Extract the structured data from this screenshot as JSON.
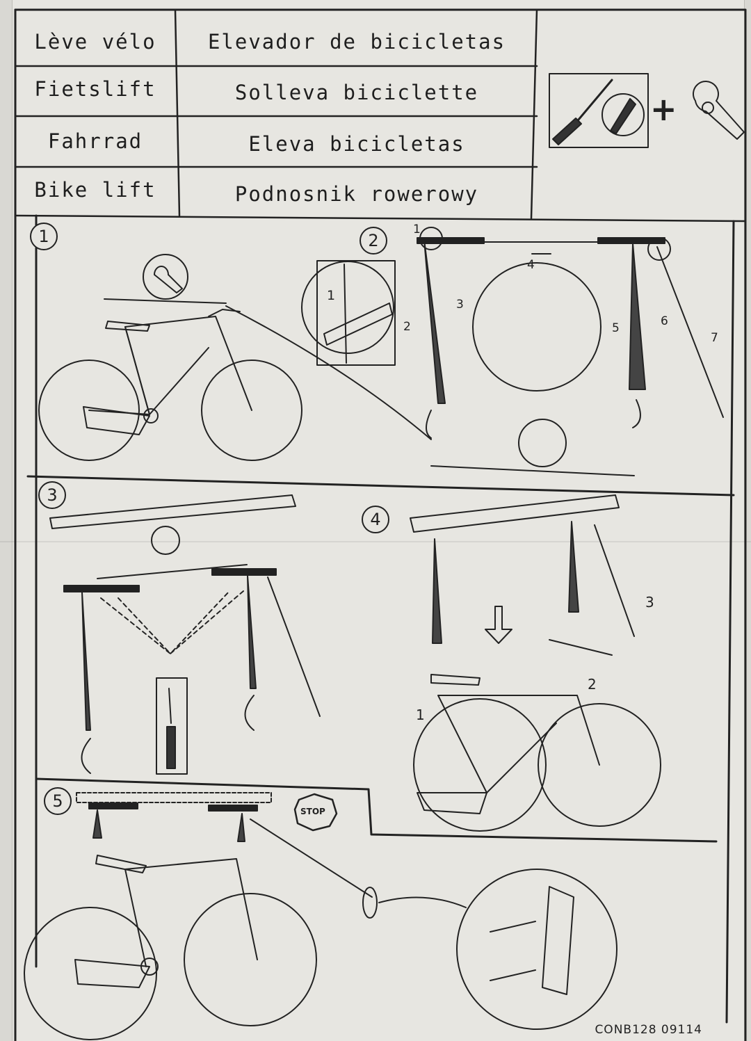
{
  "title_table": {
    "rows": [
      {
        "left": "Lève vélo",
        "right": "Elevador de bicicletas"
      },
      {
        "left": "Fietslift",
        "right": "Solleva biciclette"
      },
      {
        "left": "Fahrrad",
        "right": "Eleva bicicletas"
      },
      {
        "left": "Bike lift",
        "right": "Podnosnik rowerowy"
      }
    ]
  },
  "tools": {
    "plus": "+",
    "icons": [
      "screwdriver-icon",
      "tape-measure-icon"
    ]
  },
  "steps": [
    {
      "number": "1"
    },
    {
      "number": "2",
      "arrow_labels": [
        "1",
        "1",
        "2",
        "3",
        "4",
        "5",
        "6",
        "7"
      ]
    },
    {
      "number": "3"
    },
    {
      "number": "4",
      "arrow_labels": [
        "1",
        "2",
        "3"
      ]
    },
    {
      "number": "5",
      "sign": "STOP"
    }
  ],
  "footer": {
    "code": "CONB128  09114"
  }
}
